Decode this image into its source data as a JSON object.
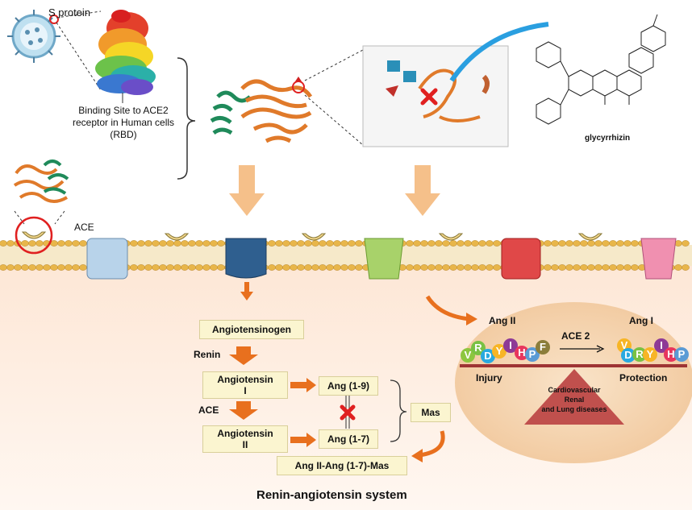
{
  "labels": {
    "s_protein": "S protein",
    "binding_site": [
      "Binding Site to ACE2",
      "receptor in Human cells",
      "(RBD)"
    ],
    "glycyrrhizin": "glycyrrhizin",
    "ace_top": "ACE",
    "ras_title": "Renin-angiotensin system"
  },
  "ras": {
    "angiotensinogen": "Angiotensinogen",
    "renin": "Renin",
    "angiotensin_1": [
      "Angiotensin",
      "I"
    ],
    "ace": "ACE",
    "angiotensin_2": [
      "Angiotensin",
      "II"
    ],
    "ang_1_9": "Ang (1-9)",
    "ang_1_7": "Ang (1-7)",
    "mas": "Mas",
    "complex": "Ang II-Ang (1-7)-Mas"
  },
  "balance": {
    "ang2": "Ang II",
    "ang1": "Ang I",
    "ace2": "ACE 2",
    "injury": "Injury",
    "protection": "Protection",
    "diseases": [
      "Cardiovascular",
      "Renal",
      "and Lung diseases"
    ],
    "chain_left": [
      {
        "letter": "V",
        "color": "#8dc63f"
      },
      {
        "letter": "R",
        "color": "#7ac143"
      },
      {
        "letter": "D",
        "color": "#29a9e0"
      },
      {
        "letter": "Y",
        "color": "#f7b526"
      },
      {
        "letter": "I",
        "color": "#8e3a96"
      },
      {
        "letter": "H",
        "color": "#e8365d"
      },
      {
        "letter": "P",
        "color": "#5b9bd5"
      },
      {
        "letter": "F",
        "color": "#8b7d3a"
      }
    ],
    "chain_right": [
      {
        "letter": "V",
        "color": "#f7b526"
      },
      {
        "letter": "D",
        "color": "#29a9e0"
      },
      {
        "letter": "R",
        "color": "#7ac143"
      },
      {
        "letter": "Y",
        "color": "#f7b526"
      },
      {
        "letter": "I",
        "color": "#8e3a96"
      },
      {
        "letter": "H",
        "color": "#e8365d"
      },
      {
        "letter": "P",
        "color": "#5b9bd5"
      }
    ]
  },
  "colors": {
    "membrane": "#e8b64a",
    "arrow_orange": "#e8701e",
    "arrow_peach": "#f5c08a",
    "triangle": "#c0504d",
    "ellipse": "#f6d5b0"
  },
  "icons": [
    "virus-icon",
    "spike-protein-icon",
    "rbd-protein-icon",
    "ace-protein-icon",
    "glycyrrhizin-structure-icon",
    "block-x-icon"
  ]
}
